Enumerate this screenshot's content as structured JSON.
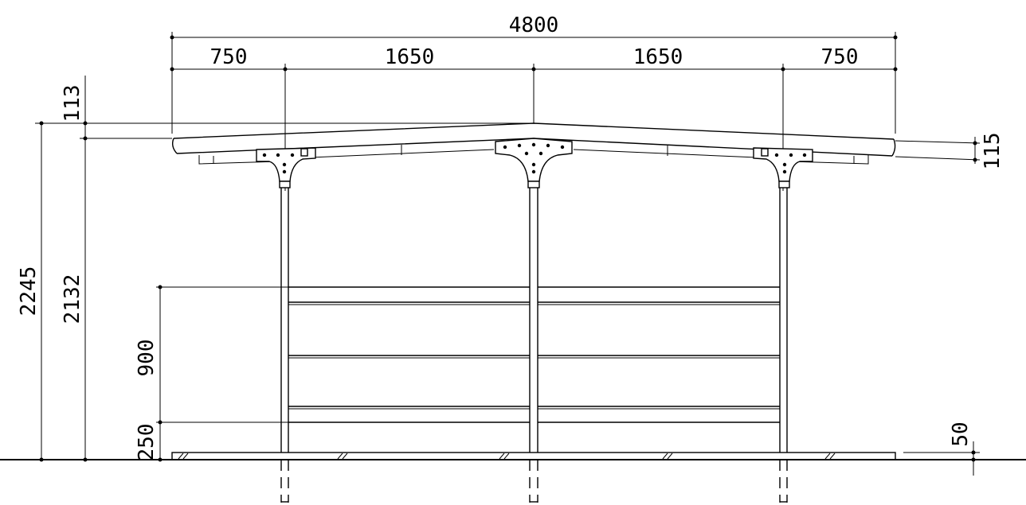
{
  "dimensions": {
    "total_width": "4800",
    "end_overhang_left": "750",
    "span_left": "1650",
    "span_right": "1650",
    "end_overhang_right": "750",
    "roof_rise": "113",
    "total_height": "2245",
    "eave_height": "2132",
    "roof_thickness": "115",
    "rail_height": "900",
    "bottom_rail_height": "250",
    "base_height": "50"
  }
}
